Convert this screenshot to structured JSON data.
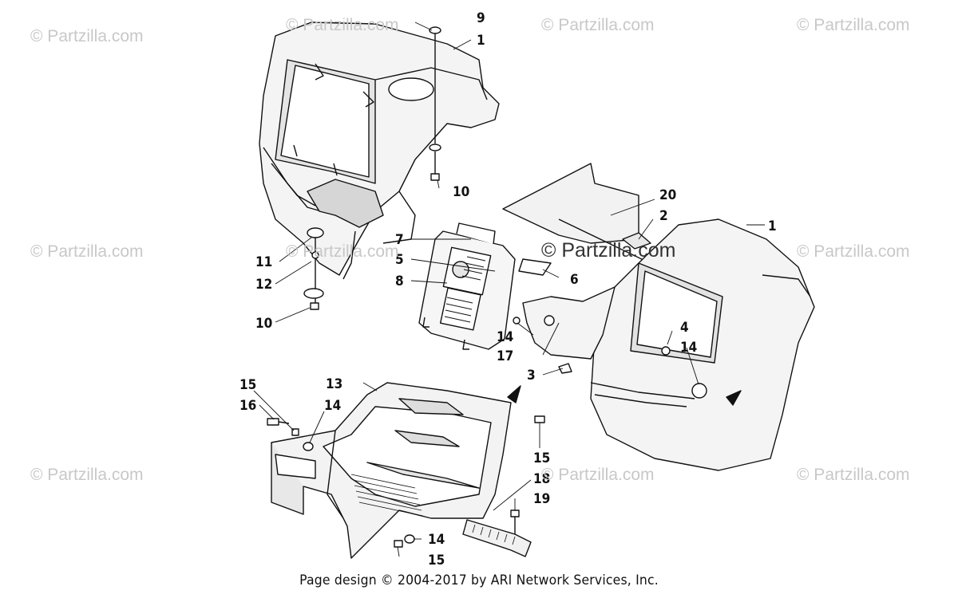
{
  "watermark_text": "© Partzilla.com",
  "center_watermark_text": "© Partzilla.com",
  "footer_text": "Page design © 2004-2017 by ARI Network Services, Inc.",
  "callouts": {
    "c9": "9",
    "c1a": "1",
    "c10a": "10",
    "c11": "11",
    "c12": "12",
    "c10b": "10",
    "c7": "7",
    "c5": "5",
    "c8": "8",
    "c6": "6",
    "c20": "20",
    "c2": "2",
    "c1b": "1",
    "c14a": "14",
    "c17": "17",
    "c3": "3",
    "c4": "4",
    "c14b": "14",
    "c15a": "15",
    "c16": "16",
    "c14c": "14",
    "c13": "13",
    "c15b": "15",
    "c18": "18",
    "c19": "19",
    "c14d": "14",
    "c15c": "15"
  },
  "colors": {
    "line": "#111111",
    "watermark": "#c8c8c8"
  }
}
